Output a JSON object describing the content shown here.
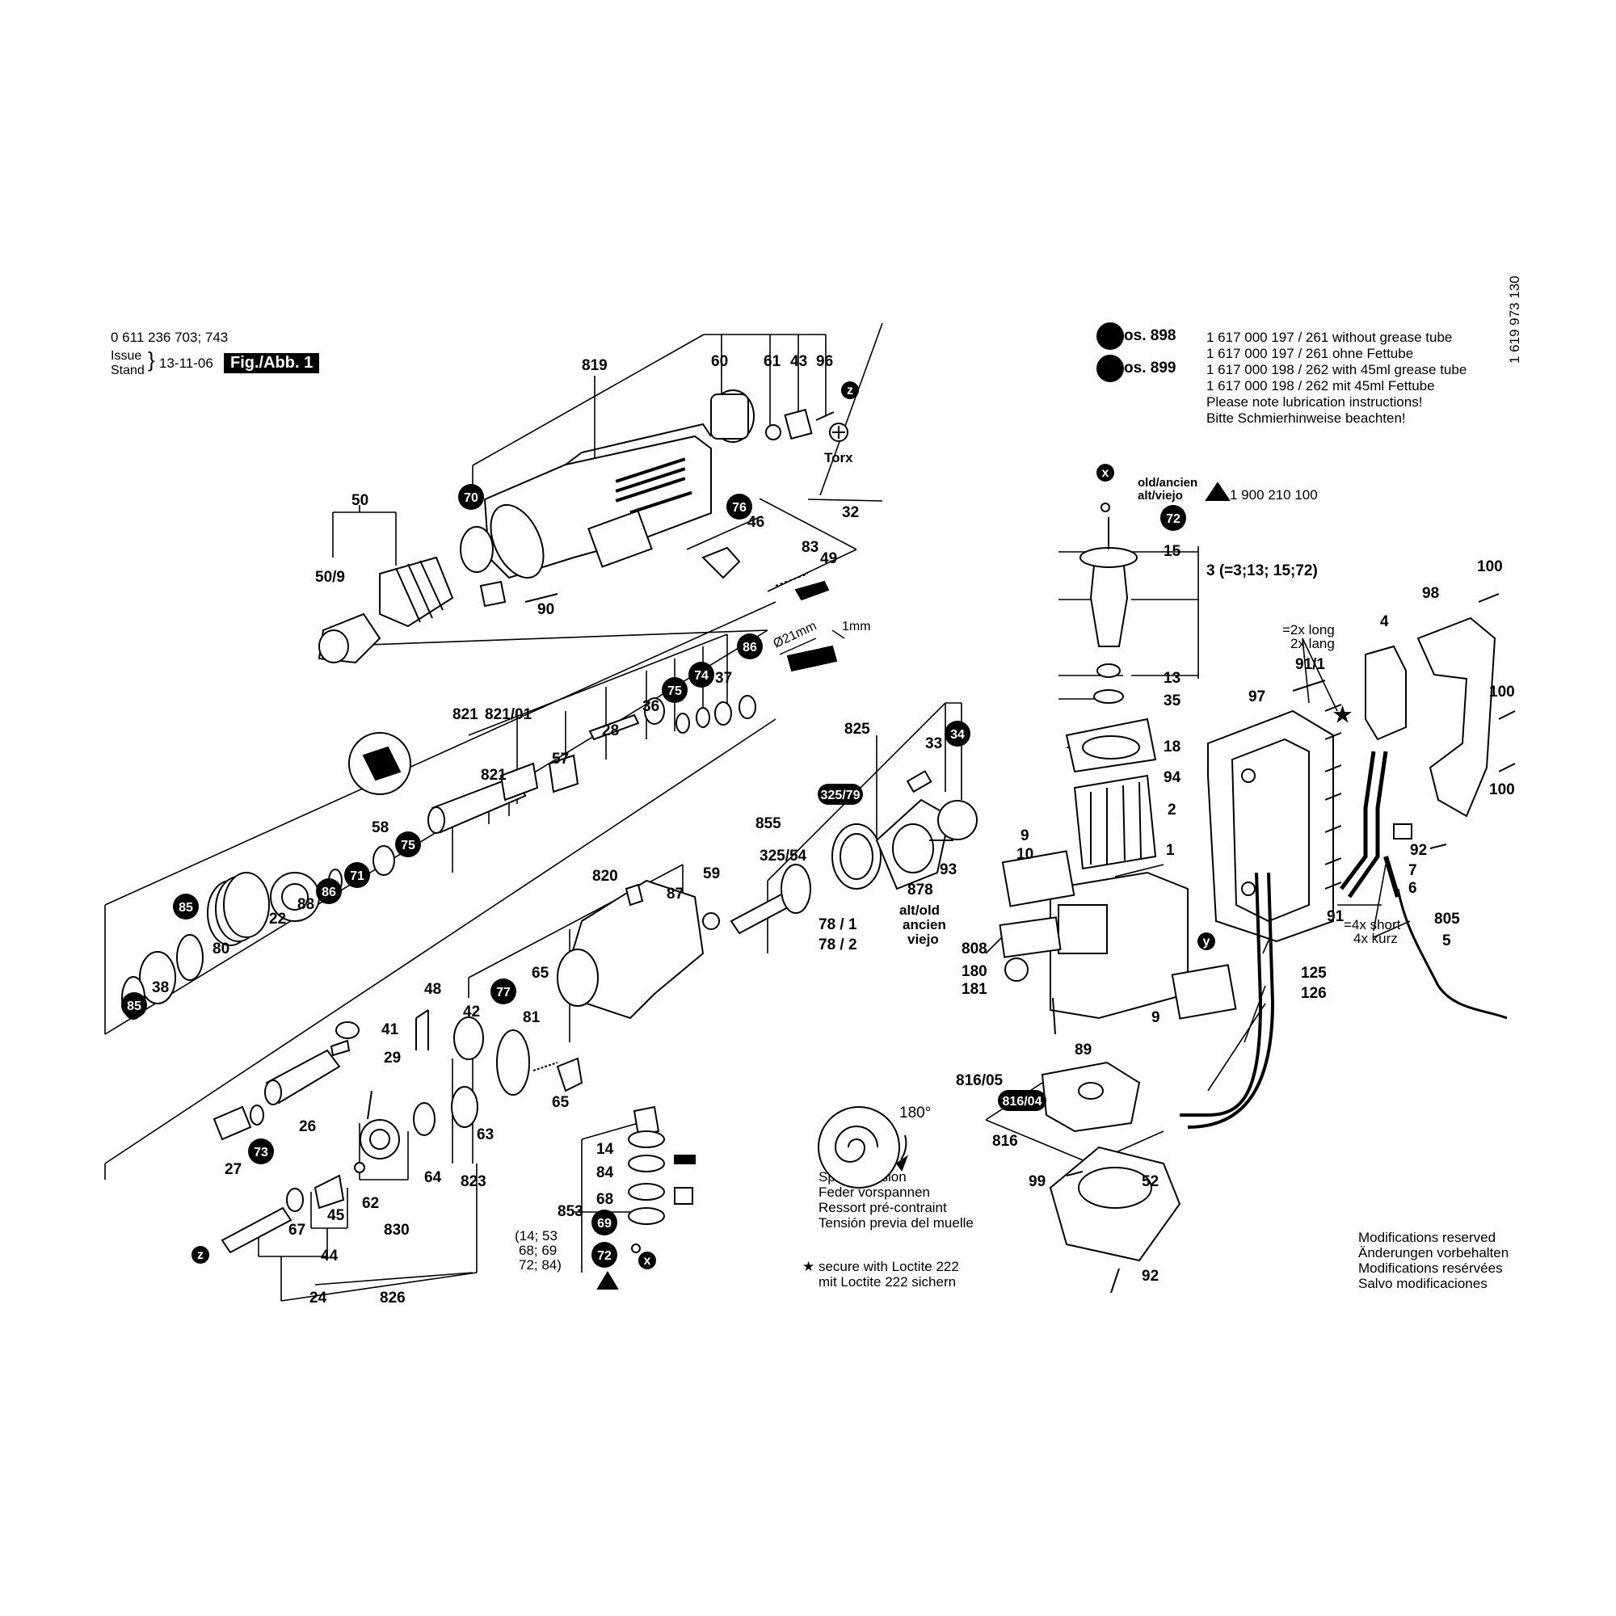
{
  "header": {
    "article_numbers": "0 611 236 703; 743",
    "issue_label": "Issue",
    "stand_label": "Stand",
    "date": "13-11-06",
    "figure_label": "Fig./Abb. 1",
    "doc_number": "1 619 973 130"
  },
  "grease_note": {
    "pos898_label": "= Pos. 898",
    "pos899_label": "= Pos. 899",
    "line1": "1 617 000 197 / 261 without grease tube",
    "line2": "1 617 000 197 / 261 ohne Fettube",
    "line3": "1 617 000 198 / 262 with 45ml grease tube",
    "line4": "1 617 000 198 / 262 mit 45ml Fettube",
    "line5": "Please note lubrication instructions!",
    "line6": "Bitte Schmierhinweise beachten!"
  },
  "old_note": {
    "line1": "old/ancien",
    "line2": "alt/viejo",
    "part": "1 900 210 100"
  },
  "spring_note": {
    "angle": "180°",
    "line1": "Spring tension",
    "line2": "Feder vorspannen",
    "line3": "Ressort pré-contraint",
    "line4": "Tensión previa del muelle"
  },
  "loctite_note": {
    "line1": "★ secure with Loctite 222",
    "line2": "mit Loctite 222 sichern"
  },
  "modifications": {
    "line1": "Modifications reserved",
    "line2": "Änderungen vorbehalten",
    "line3": "Modifications resérvées",
    "line4": "Salvo modificaciones"
  },
  "misc_text": {
    "torx": "Torx",
    "dia21": "Ø21mm",
    "one_mm": "1mm",
    "two_long": "=2x long",
    "two_lang": "2x lang",
    "four_short": "=4x short",
    "four_kurz": "4x kurz",
    "three_eq": "3 (=3;13; 15;72)",
    "alt_old": "alt/old",
    "ancien": "ancien",
    "viejo": "viejo",
    "k853a": "(14; 53",
    "k853b": "68; 69",
    "k853c": "72; 84)"
  },
  "part_labels": [
    {
      "id": "819",
      "text": "819"
    },
    {
      "id": "60",
      "text": "60"
    },
    {
      "id": "61",
      "text": "61"
    },
    {
      "id": "43",
      "text": "43"
    },
    {
      "id": "96",
      "text": "96"
    },
    {
      "id": "50",
      "text": "50"
    },
    {
      "id": "50_9",
      "text": "50/9"
    },
    {
      "id": "90",
      "text": "90"
    },
    {
      "id": "46",
      "text": "46"
    },
    {
      "id": "32",
      "text": "32"
    },
    {
      "id": "83",
      "text": "83"
    },
    {
      "id": "49",
      "text": "49"
    },
    {
      "id": "821",
      "text": "821"
    },
    {
      "id": "821_01",
      "text": "821/01"
    },
    {
      "id": "28",
      "text": "28"
    },
    {
      "id": "36",
      "text": "36"
    },
    {
      "id": "37",
      "text": "37"
    },
    {
      "id": "57",
      "text": "57"
    },
    {
      "id": "821b",
      "text": "821"
    },
    {
      "id": "58",
      "text": "58"
    },
    {
      "id": "88",
      "text": "88"
    },
    {
      "id": "22",
      "text": "22"
    },
    {
      "id": "80",
      "text": "80"
    },
    {
      "id": "38",
      "text": "38"
    },
    {
      "id": "825",
      "text": "825"
    },
    {
      "id": "33",
      "text": "33"
    },
    {
      "id": "855",
      "text": "855"
    },
    {
      "id": "325_54",
      "text": "325/54"
    },
    {
      "id": "93",
      "text": "93"
    },
    {
      "id": "878",
      "text": "878"
    },
    {
      "id": "78_1",
      "text": "78 / 1"
    },
    {
      "id": "78_2",
      "text": "78 / 2"
    },
    {
      "id": "820",
      "text": "820"
    },
    {
      "id": "87",
      "text": "87"
    },
    {
      "id": "59",
      "text": "59"
    },
    {
      "id": "65",
      "text": "65"
    },
    {
      "id": "81",
      "text": "81"
    },
    {
      "id": "65b",
      "text": "65"
    },
    {
      "id": "48",
      "text": "48"
    },
    {
      "id": "42",
      "text": "42"
    },
    {
      "id": "41",
      "text": "41"
    },
    {
      "id": "29",
      "text": "29"
    },
    {
      "id": "26",
      "text": "26"
    },
    {
      "id": "27",
      "text": "27"
    },
    {
      "id": "63",
      "text": "63"
    },
    {
      "id": "64",
      "text": "64"
    },
    {
      "id": "823",
      "text": "823"
    },
    {
      "id": "62",
      "text": "62"
    },
    {
      "id": "830",
      "text": "830"
    },
    {
      "id": "45",
      "text": "45"
    },
    {
      "id": "67",
      "text": "67"
    },
    {
      "id": "44",
      "text": "44"
    },
    {
      "id": "24",
      "text": "24"
    },
    {
      "id": "826",
      "text": "826"
    },
    {
      "id": "14",
      "text": "14"
    },
    {
      "id": "84",
      "text": "84"
    },
    {
      "id": "853",
      "text": "853"
    },
    {
      "id": "68",
      "text": "68"
    },
    {
      "id": "15",
      "text": "15"
    },
    {
      "id": "13",
      "text": "13"
    },
    {
      "id": "35",
      "text": "35"
    },
    {
      "id": "18",
      "text": "18"
    },
    {
      "id": "94",
      "text": "94"
    },
    {
      "id": "2",
      "text": "2"
    },
    {
      "id": "1",
      "text": "1"
    },
    {
      "id": "9a",
      "text": "9"
    },
    {
      "id": "10",
      "text": "10"
    },
    {
      "id": "808",
      "text": "808"
    },
    {
      "id": "180",
      "text": "180"
    },
    {
      "id": "181",
      "text": "181"
    },
    {
      "id": "89",
      "text": "89"
    },
    {
      "id": "9b",
      "text": "9"
    },
    {
      "id": "125",
      "text": "125"
    },
    {
      "id": "126",
      "text": "126"
    },
    {
      "id": "816_05",
      "text": "816/05"
    },
    {
      "id": "816",
      "text": "816"
    },
    {
      "id": "99",
      "text": "99"
    },
    {
      "id": "52",
      "text": "52"
    },
    {
      "id": "92b",
      "text": "92"
    },
    {
      "id": "91_1",
      "text": "91/1"
    },
    {
      "id": "97",
      "text": "97"
    },
    {
      "id": "4",
      "text": "4"
    },
    {
      "id": "98",
      "text": "98"
    },
    {
      "id": "100a",
      "text": "100"
    },
    {
      "id": "100b",
      "text": "100"
    },
    {
      "id": "100c",
      "text": "100"
    },
    {
      "id": "92a",
      "text": "92"
    },
    {
      "id": "7",
      "text": "7"
    },
    {
      "id": "6",
      "text": "6"
    },
    {
      "id": "91",
      "text": "91"
    },
    {
      "id": "805",
      "text": "805"
    },
    {
      "id": "5",
      "text": "5"
    }
  ],
  "callouts": [
    {
      "id": "c70",
      "text": "70"
    },
    {
      "id": "c76",
      "text": "76"
    },
    {
      "id": "c86a",
      "text": "86"
    },
    {
      "id": "c74",
      "text": "74"
    },
    {
      "id": "c75a",
      "text": "75"
    },
    {
      "id": "c75b",
      "text": "75"
    },
    {
      "id": "c71",
      "text": "71"
    },
    {
      "id": "c86b",
      "text": "86"
    },
    {
      "id": "c85a",
      "text": "85"
    },
    {
      "id": "c85b",
      "text": "85"
    },
    {
      "id": "c34",
      "text": "34"
    },
    {
      "id": "c325_79",
      "text": "325/79"
    },
    {
      "id": "c77",
      "text": "77"
    },
    {
      "id": "c73",
      "text": "73"
    },
    {
      "id": "c69",
      "text": "69"
    },
    {
      "id": "c72a",
      "text": "72"
    },
    {
      "id": "c72b",
      "text": "72"
    },
    {
      "id": "c816_04",
      "text": "816/04"
    }
  ],
  "letter_markers": [
    {
      "id": "z1",
      "text": "z"
    },
    {
      "id": "z2",
      "text": "z"
    },
    {
      "id": "x1",
      "text": "x"
    },
    {
      "id": "x2",
      "text": "x"
    },
    {
      "id": "y1",
      "text": "y"
    }
  ]
}
